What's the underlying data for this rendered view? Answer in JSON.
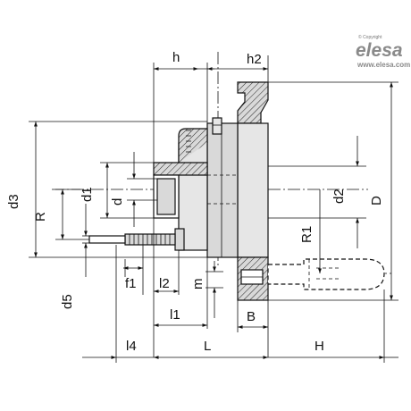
{
  "logo": {
    "copyright": "© Copyright",
    "brand": "elesa",
    "url": "www.elesa.com"
  },
  "labels": {
    "h": "h",
    "h2": "h2",
    "d3": "d3",
    "R": "R",
    "d1": "d1",
    "d": "d",
    "d2": "d2",
    "D": "D",
    "R1": "R1",
    "f1": "f1",
    "l2": "l2",
    "m": "m",
    "d5": "d5",
    "l1": "l1",
    "B": "B",
    "l4": "l4",
    "L": "L",
    "H": "H"
  }
}
